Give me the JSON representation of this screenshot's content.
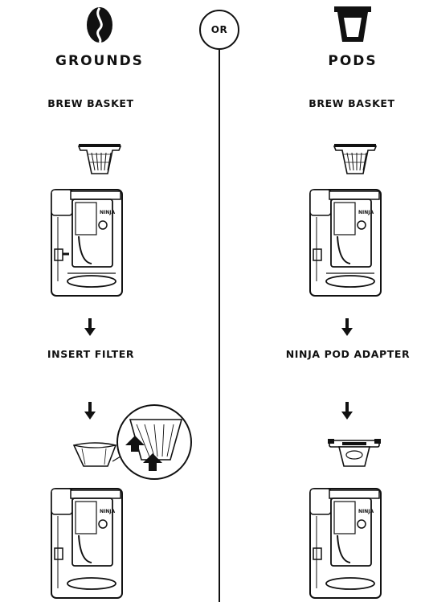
{
  "or_label": "OR",
  "left": {
    "heading": "GROUNDS",
    "icon": "coffee-bean-icon",
    "step1_label": "BREW BASKET",
    "step2_label": "INSERT FILTER"
  },
  "right": {
    "heading": "PODS",
    "icon": "pod-cup-icon",
    "step1_label": "BREW BASKET",
    "step2_label": "NINJA POD ADAPTER"
  },
  "brand_mark": "NINJA"
}
